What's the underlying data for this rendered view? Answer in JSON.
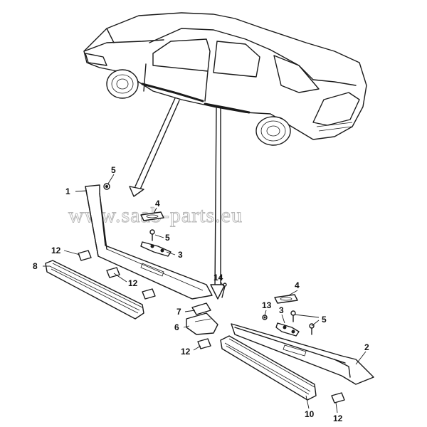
{
  "watermark": "www.saab-parts.eu",
  "callouts": {
    "c1": "1",
    "c2": "2",
    "c3a": "3",
    "c3b": "3",
    "c4a": "4",
    "c4b": "4",
    "c5a": "5",
    "c5b": "5",
    "c5c": "5",
    "c6": "6",
    "c7": "7",
    "c8": "8",
    "c10": "10",
    "c12a": "12",
    "c12b": "12",
    "c12c": "12",
    "c12d": "12",
    "c13": "13",
    "c14": "14"
  }
}
